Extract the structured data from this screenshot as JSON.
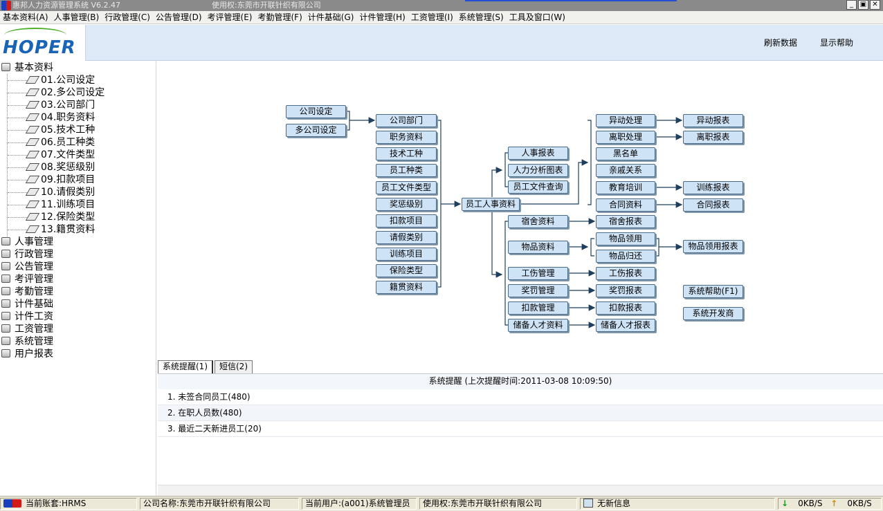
{
  "window": {
    "title": "惠邦人力资源管理系统 V6.2.47",
    "license": "使用权:东莞市开联针织有限公司",
    "buttons": {
      "minimize": "_",
      "restore": "▣",
      "close": "✕"
    }
  },
  "menubar": {
    "items": [
      "基本资料(A)",
      "人事管理(B)",
      "行政管理(C)",
      "公告管理(D)",
      "考评管理(E)",
      "考勤管理(F)",
      "计件基础(G)",
      "计件管理(H)",
      "工资管理(I)",
      "系统管理(S)",
      "工具及窗口(W)"
    ]
  },
  "header": {
    "logo_text": "HOPER",
    "refresh_label": "刷新数据",
    "help_label": "显示帮助"
  },
  "tree": {
    "root_open": "基本资料",
    "children": [
      "01.公司设定",
      "02.多公司设定",
      "03.公司部门",
      "04.职务资料",
      "05.技术工种",
      "06.员工种类",
      "07.文件类型",
      "08.奖惩级别",
      "09.扣款项目",
      "10.请假类别",
      "11.训练项目",
      "12.保险类型",
      "13.籍贯资料"
    ],
    "other_roots": [
      "人事管理",
      "行政管理",
      "公告管理",
      "考评管理",
      "考勤管理",
      "计件基础",
      "计件工资",
      "工资管理",
      "系统管理",
      "用户报表"
    ]
  },
  "diagram": {
    "company": [
      "公司设定",
      "多公司设定"
    ],
    "base": [
      "公司部门",
      "职务资料",
      "技术工种",
      "员工种类",
      "员工文件类型",
      "奖惩级别",
      "扣款项目",
      "请假类别",
      "训练项目",
      "保险类型",
      "籍贯资料"
    ],
    "hub": "员工人事资料",
    "reports": [
      "人事报表",
      "人力分析图表",
      "员工文件查询"
    ],
    "mid": [
      "宿舍资料",
      "物品资料",
      "工伤管理",
      "奖罚管理",
      "扣款管理",
      "储备人才资料"
    ],
    "personnel": [
      "异动处理",
      "离职处理",
      "黑名单",
      "亲戚关系",
      "教育培训",
      "合同资料"
    ],
    "personnel_reports": [
      "异动报表",
      "离职报表",
      "训练报表",
      "合同报表"
    ],
    "goods": [
      "物品领用",
      "物品归还"
    ],
    "goods_report": "物品领用报表",
    "mid_reports": [
      "宿舍报表",
      "工伤报表",
      "奖罚报表",
      "扣款报表",
      "储备人才报表"
    ],
    "system": [
      "系统帮助(F1)",
      "系统开发商"
    ]
  },
  "tabs": [
    {
      "label": "系统提醒(1)",
      "active": true
    },
    {
      "label": "短信(2)",
      "active": false
    }
  ],
  "panel": {
    "title": "系统提醒 (上次提醒时间:2011-03-08 10:09:50)",
    "rows": [
      "1. 未签合同员工(480)",
      "2. 在职人员数(480)",
      "3. 最近二天新进员工(20)"
    ]
  },
  "statusbar": {
    "account": "当前账套:HRMS",
    "company": "公司名称:东莞市开联针织有限公司",
    "user": "当前用户:(a001)系统管理员",
    "license": "使用权:东莞市开联针织有限公司",
    "messages": "无新信息",
    "download": "0KB/S",
    "upload": "0KB/S"
  },
  "colors": {
    "node_fill": "#cfe3f7",
    "node_border": "#4a6a86",
    "header_bg": "#dde9f6",
    "title_bar": "#8a8a8a",
    "logo_blue": "#1a64b8"
  }
}
